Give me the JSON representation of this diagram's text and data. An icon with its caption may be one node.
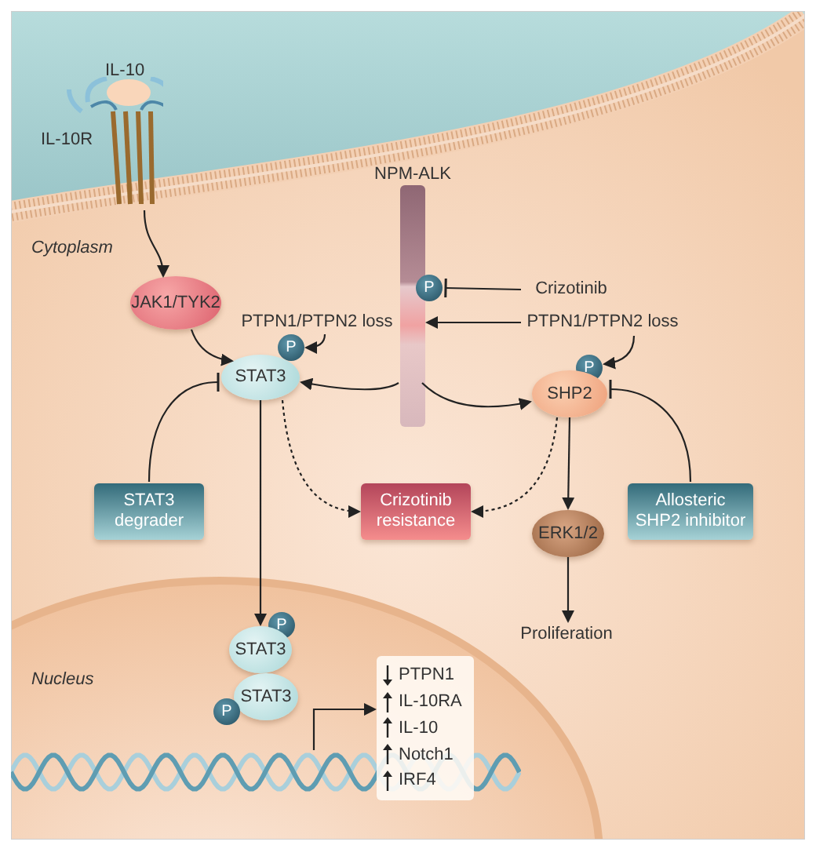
{
  "diagram": {
    "nodes": [
      {
        "text": [
          "IL-10",
          "IL-10R"
        ]
      },
      {
        "text": [
          "NPM-ALK"
        ]
      },
      {
        "text": [
          "P"
        ]
      },
      {
        "text": [
          "Crizotinib"
        ]
      },
      {
        "text": [
          "JAK1/TYK2"
        ]
      },
      {
        "text": [
          "PTPN1/PTPN2 loss"
        ]
      },
      {
        "text": [
          "PTPN1/PTPN2 loss"
        ]
      },
      {
        "text": [
          "P"
        ]
      },
      {
        "text": [
          "STAT3"
        ]
      },
      {
        "text": [
          "P"
        ]
      },
      {
        "text": [
          "SHP2"
        ]
      },
      {
        "text": [
          "STAT3 degrader"
        ]
      },
      {
        "text": [
          "Crizotinib resistance"
        ]
      },
      {
        "text": [
          "Allosteric SHP2 inhibitor"
        ]
      },
      {
        "text": [
          "ERK1/2"
        ]
      },
      {
        "text": [
          "Proliferation"
        ]
      },
      {
        "text": [
          "P"
        ]
      },
      {
        "text": [
          "STAT3"
        ]
      },
      {
        "text": [
          "STAT3"
        ]
      },
      {
        "text": [
          "P"
        ]
      },
      {
        "text": [
          "PTPN1",
          "IL-10RA",
          "IL-10",
          "Notch1",
          "IRF4"
        ]
      },
      {
        "text": [],
        "shape": "picture"
      }
    ],
    "edges": [
      {
        "from": 0,
        "to": 4,
        "arrow": "to"
      },
      {
        "from": 4,
        "to": 8,
        "arrow": "to"
      },
      {
        "from": 5,
        "to": 7,
        "arrow": "to"
      },
      {
        "from": 1,
        "to": 8,
        "arrow": "to"
      },
      {
        "from": 3,
        "to": 2,
        "arrow": "other"
      },
      {
        "from": 6,
        "to": 1,
        "arrow": "to"
      },
      {
        "from": 6,
        "to": 9,
        "arrow": "to"
      },
      {
        "from": 1,
        "to": 10,
        "arrow": "to"
      },
      {
        "from": 13,
        "to": 10,
        "arrow": "other"
      },
      {
        "from": 11,
        "to": 8,
        "arrow": "other"
      },
      {
        "from": 8,
        "to": 12,
        "arrow": "to",
        "style": "dashed"
      },
      {
        "from": 10,
        "to": 12,
        "arrow": "to",
        "style": "dashed"
      },
      {
        "from": 10,
        "to": 14,
        "arrow": "to"
      },
      {
        "from": 14,
        "to": 15,
        "arrow": "to"
      },
      {
        "from": 8,
        "to": 17,
        "arrow": "to"
      },
      {
        "from": 21,
        "to": 20,
        "arrow": "to"
      }
    ],
    "labels": [
      "Cytoplasm",
      "Nucleus"
    ]
  }
}
